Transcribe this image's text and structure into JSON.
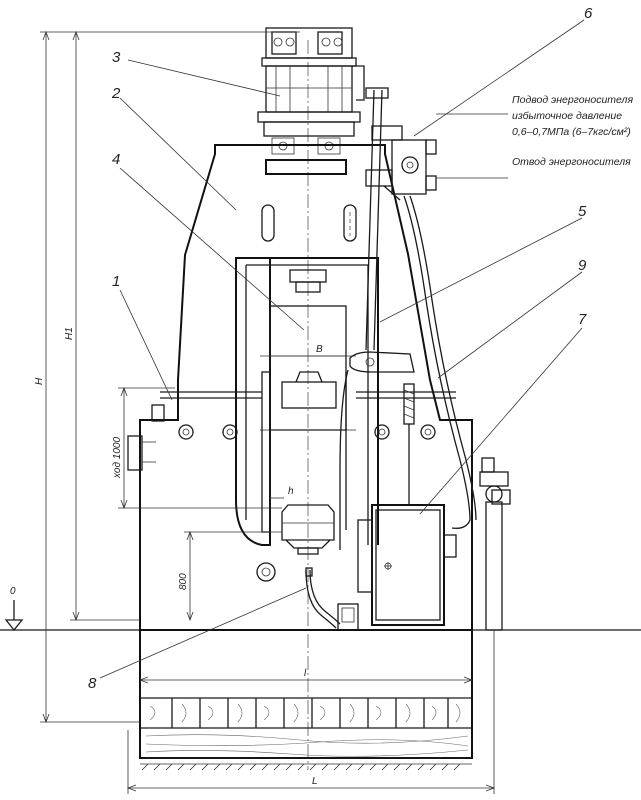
{
  "callouts": {
    "c1": "1",
    "c2": "2",
    "c3": "3",
    "c4": "4",
    "c5": "5",
    "c6": "6",
    "c7": "7",
    "c8": "8",
    "c9": "9"
  },
  "notes": {
    "supply_line1": "Подвод энергоносителя",
    "supply_line2": "избыточное давление",
    "supply_line3": "0,6–0,7МПа (6–7кгс/см²)",
    "exhaust": "Отвод энергоносителя"
  },
  "dims": {
    "H": "H",
    "H1": "H1",
    "stroke": "ход 1000",
    "h800": "800",
    "B": "B",
    "h": "h",
    "l": "l",
    "L": "L",
    "zero": "0"
  },
  "colors": {
    "ink": "#1a1a1a",
    "paper": "#ffffff"
  }
}
